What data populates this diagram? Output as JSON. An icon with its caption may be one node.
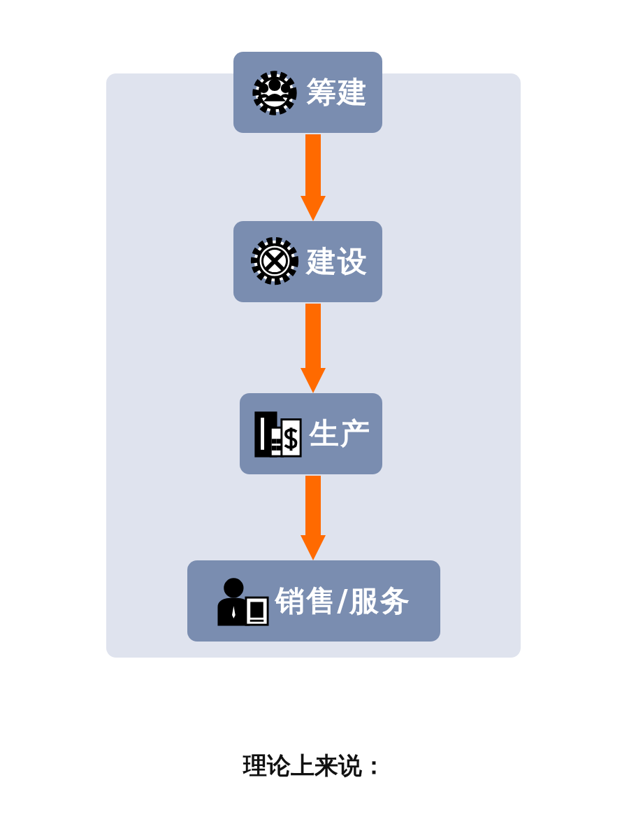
{
  "diagram": {
    "nodes": [
      {
        "text": [
          "筹建"
        ]
      },
      {
        "text": [
          "建设"
        ]
      },
      {
        "text": [
          "生产"
        ]
      },
      {
        "text": [
          "销售/服务"
        ]
      }
    ],
    "edges": [
      {
        "from": 0,
        "to": 1,
        "arrow": "to"
      },
      {
        "from": 1,
        "to": 2,
        "arrow": "to"
      },
      {
        "from": 2,
        "to": 3,
        "arrow": "to"
      }
    ],
    "labels": [
      "理论上来说："
    ]
  }
}
